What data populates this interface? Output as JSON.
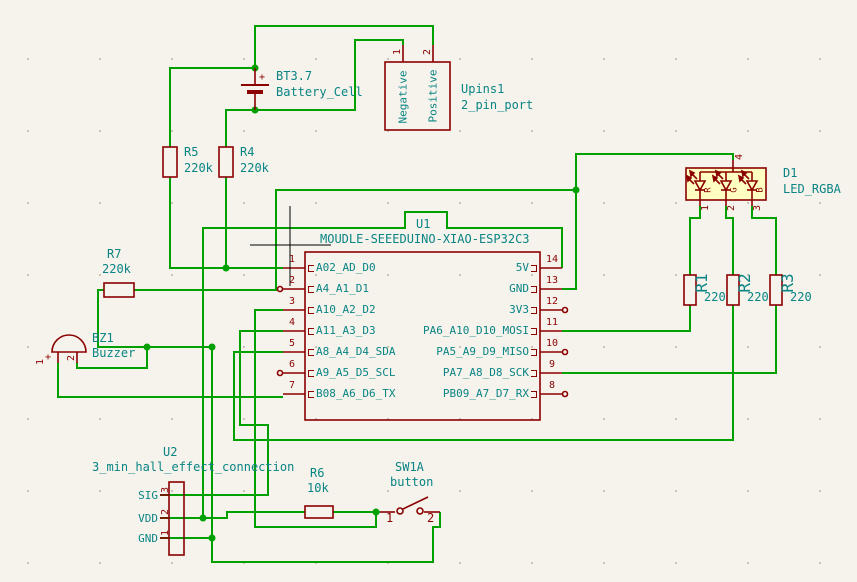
{
  "schematic": {
    "battery": {
      "ref": "BT3.7",
      "value": "Battery_Cell",
      "plus": "+"
    },
    "port": {
      "ref": "Upins1",
      "value": "2_pin_port",
      "pins": [
        {
          "num": "1",
          "name": "Negative"
        },
        {
          "num": "2",
          "name": "Positive"
        }
      ]
    },
    "r5": {
      "ref": "R5",
      "value": "220k"
    },
    "r4": {
      "ref": "R4",
      "value": "220k"
    },
    "r7": {
      "ref": "R7",
      "value": "220k"
    },
    "r6": {
      "ref": "R6",
      "value": "10k"
    },
    "r1": {
      "ref": "R1",
      "value": "220"
    },
    "r2": {
      "ref": "R2",
      "value": "220"
    },
    "r3": {
      "ref": "R3",
      "value": "220"
    },
    "buzzer": {
      "ref": "BZ1",
      "value": "Buzzer",
      "pin1": "1",
      "pin2": "2",
      "plus": "+"
    },
    "u1": {
      "ref": "U1",
      "value": "MOUDLE-SEEEDUINO-XIAO-ESP32C3",
      "left_pins": [
        {
          "num": "1",
          "name": "A02_AD_D0"
        },
        {
          "num": "2",
          "name": "A4_A1_D1"
        },
        {
          "num": "3",
          "name": "A10_A2_D2"
        },
        {
          "num": "4",
          "name": "A11_A3_D3"
        },
        {
          "num": "5",
          "name": "A8_A4_D4_SDA"
        },
        {
          "num": "6",
          "name": "A9_A5_D5_SCL"
        },
        {
          "num": "7",
          "name": "B08_A6_D6_TX"
        }
      ],
      "right_pins": [
        {
          "num": "14",
          "name": "5V"
        },
        {
          "num": "13",
          "name": "GND"
        },
        {
          "num": "12",
          "name": "3V3"
        },
        {
          "num": "11",
          "name": "PA6_A10_D10_MOSI"
        },
        {
          "num": "10",
          "name": "PA5_A9_D9_MISO"
        },
        {
          "num": "9",
          "name": "PA7_A8_D8_SCK"
        },
        {
          "num": "8",
          "name": "PB09_A7_D7_RX"
        }
      ]
    },
    "u2": {
      "ref": "U2",
      "value": "3_min_hall_effect_connection",
      "pins": [
        {
          "num": "3",
          "name": "SIG"
        },
        {
          "num": "2",
          "name": "VDD"
        },
        {
          "num": "1",
          "name": "GND"
        }
      ]
    },
    "sw": {
      "ref": "SW1A",
      "value": "button",
      "pin1": "1",
      "pin2": "2"
    },
    "led": {
      "ref": "D1",
      "value": "LED_RGBA",
      "top_pin": "4",
      "bottom_pins": [
        "1",
        "2",
        "3"
      ],
      "channels": [
        "R",
        "G",
        "B"
      ]
    },
    "colors": {
      "wire": "#00A000",
      "symbol": "#8B0000",
      "text": "#0A8484",
      "pin_number": "#8B0000",
      "led_fill": "#FFFFC2",
      "background": "#F5F3EC"
    }
  }
}
